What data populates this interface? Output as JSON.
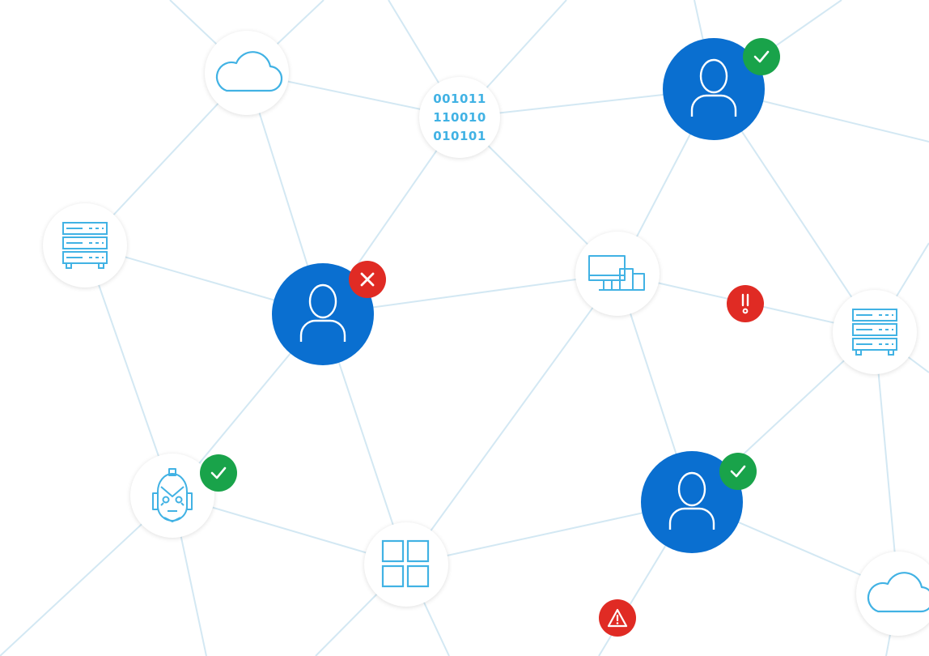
{
  "colors": {
    "line": "#d3e8f3",
    "user_fill": "#0a6fd0",
    "icon_stroke": "#41b2e4",
    "ok": "#19a34a",
    "error": "#e02b24"
  },
  "binary_block": {
    "line1": "001011",
    "line2": "110010",
    "line3": "010101"
  },
  "nodes": [
    {
      "id": "cloud-top",
      "icon": "cloud-icon"
    },
    {
      "id": "binary",
      "icon": "binary-data-icon"
    },
    {
      "id": "user-top-right",
      "icon": "user-icon",
      "status": "ok"
    },
    {
      "id": "server-left",
      "icon": "server-rack-icon"
    },
    {
      "id": "user-center-left",
      "icon": "user-icon",
      "status": "error"
    },
    {
      "id": "devices",
      "icon": "devices-icon"
    },
    {
      "id": "server-right",
      "icon": "server-rack-icon"
    },
    {
      "id": "robot",
      "icon": "robot-icon",
      "status": "ok"
    },
    {
      "id": "apps",
      "icon": "app-grid-icon"
    },
    {
      "id": "user-bottom",
      "icon": "user-icon",
      "status": "ok"
    },
    {
      "id": "cloud-bottom-right",
      "icon": "cloud-icon"
    }
  ],
  "alerts": [
    {
      "icon": "exclamation-icon"
    },
    {
      "icon": "warning-triangle-icon"
    }
  ]
}
